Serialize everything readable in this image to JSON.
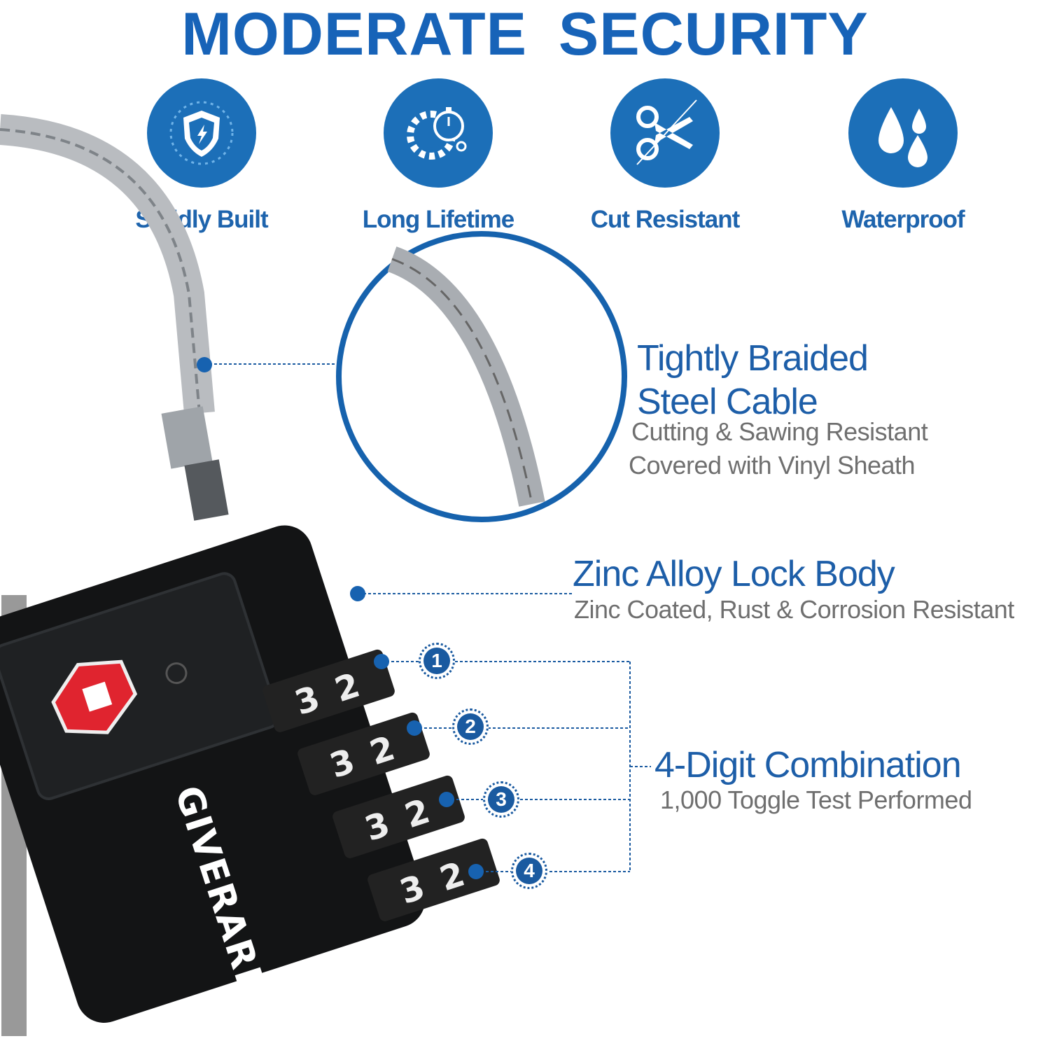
{
  "title": "MODERATE  SECURITY",
  "features": [
    {
      "label": "Solidly Built",
      "icon": "shield-icon"
    },
    {
      "label": "Long Lifetime",
      "icon": "gear-stopwatch-icon"
    },
    {
      "label": "Cut Resistant",
      "icon": "scissors-icon"
    },
    {
      "label": "Waterproof",
      "icon": "water-drops-icon"
    }
  ],
  "cable": {
    "heading_line1": "Tightly Braided",
    "heading_line2": "Steel Cable",
    "sub_line1": "Cutting & Sawing Resistant",
    "sub_line2": "Covered with Vinyl Sheath"
  },
  "body": {
    "heading": "Zinc Alloy Lock Body",
    "sub": "Zinc Coated, Rust & Corrosion Resistant"
  },
  "combination": {
    "heading": "4-Digit Combination",
    "sub": "1,000 Toggle Test Performed",
    "steps": [
      "1",
      "2",
      "3",
      "4"
    ],
    "dial_digits": [
      "3",
      "2"
    ]
  },
  "brand": "GIVERARE",
  "colors": {
    "accent": "#1763b8",
    "icon_bg": "#1c6fb8",
    "tsa_red": "#e0242f"
  }
}
